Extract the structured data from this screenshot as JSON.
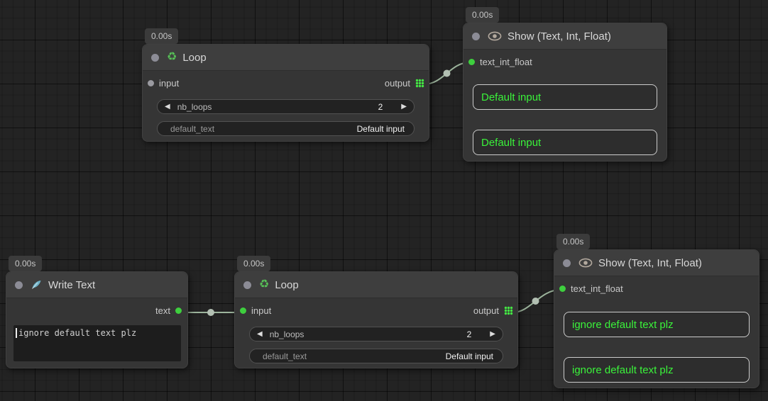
{
  "icons": {
    "stepper_left": "◀",
    "stepper_right": "▶",
    "recycle": "♻"
  },
  "colors": {
    "port_connected": "#3ecf3e",
    "port_idle": "#9a9aa0",
    "link": "#9cb49c",
    "show_text_green": "#3af23a",
    "grid_output_icon": "#44e544"
  },
  "nodes": {
    "loop_top": {
      "timer": "0.00s",
      "title": "Loop",
      "input_label": "input",
      "output_label": "output",
      "nb_loops_label": "nb_loops",
      "nb_loops_value": "2",
      "default_text_label": "default_text",
      "default_text_value": "Default input"
    },
    "show_top": {
      "timer": "0.00s",
      "title": "Show (Text, Int, Float)",
      "input_label": "text_int_float",
      "outputs": [
        "Default input",
        "Default input"
      ]
    },
    "write_text": {
      "timer": "0.00s",
      "title": "Write Text",
      "output_label": "text",
      "text_content": "ignore default text plz"
    },
    "loop_bottom": {
      "timer": "0.00s",
      "title": "Loop",
      "input_label": "input",
      "output_label": "output",
      "nb_loops_label": "nb_loops",
      "nb_loops_value": "2",
      "default_text_label": "default_text",
      "default_text_value": "Default input"
    },
    "show_bottom": {
      "timer": "0.00s",
      "title": "Show (Text, Int, Float)",
      "input_label": "text_int_float",
      "outputs": [
        "ignore default text plz",
        "ignore default text plz"
      ]
    }
  }
}
